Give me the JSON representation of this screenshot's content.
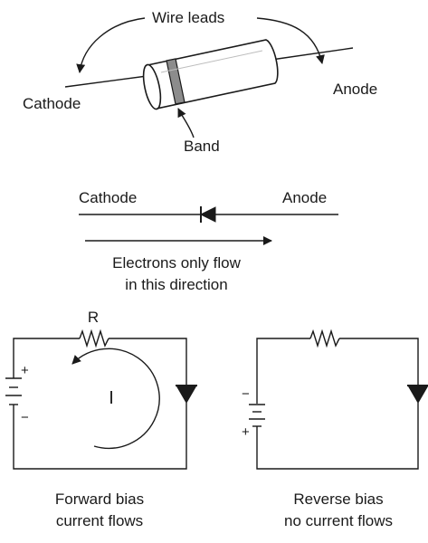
{
  "component": {
    "wire_leads_label": "Wire leads",
    "cathode_label": "Cathode",
    "anode_label": "Anode",
    "band_label": "Band"
  },
  "symbol": {
    "cathode_label": "Cathode",
    "anode_label": "Anode",
    "electron_flow_line1": "Electrons only flow",
    "electron_flow_line2": "in this direction"
  },
  "forward_circuit": {
    "resistor_label": "R",
    "current_label": "I",
    "plus_sign": "+",
    "minus_sign": "−",
    "caption_line1": "Forward bias",
    "caption_line2": "current flows"
  },
  "reverse_circuit": {
    "plus_sign": "+",
    "minus_sign": "−",
    "caption_line1": "Reverse bias",
    "caption_line2": "no current flows"
  }
}
